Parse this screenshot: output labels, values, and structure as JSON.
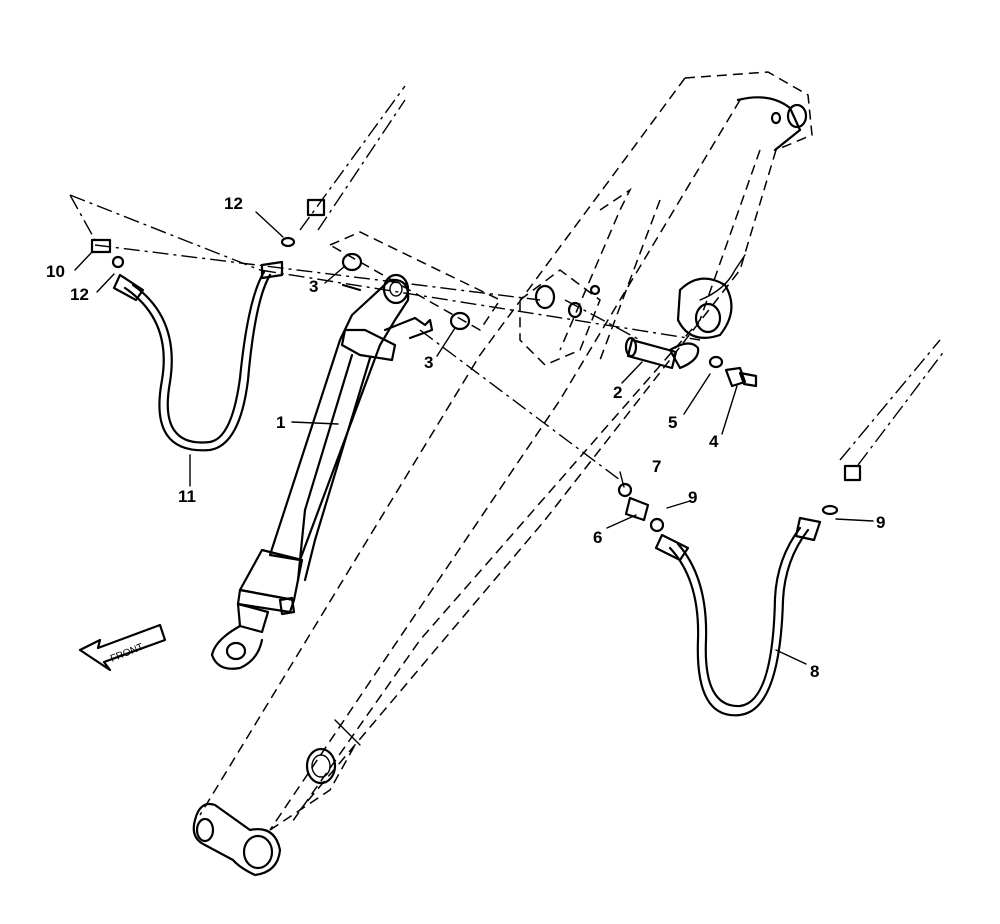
{
  "diagram": {
    "callouts": {
      "c1": "1",
      "c2": "2",
      "c3a": "3",
      "c3b": "3",
      "c4": "4",
      "c5": "5",
      "c6": "6",
      "c7": "7",
      "c8": "8",
      "c9a": "9",
      "c9b": "9",
      "c10": "10",
      "c11": "11",
      "c12a": "12",
      "c12b": "12"
    },
    "front_label": "FRONT"
  }
}
